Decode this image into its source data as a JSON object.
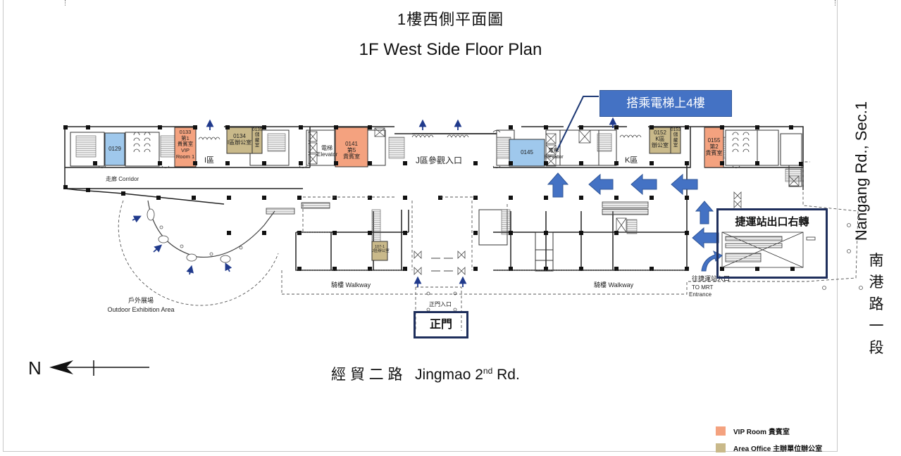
{
  "title": {
    "zh": "1樓西側平面圖",
    "en": "1F West Side Floor Plan"
  },
  "colors": {
    "vip": "#f4a27f",
    "area_office": "#c9b98a",
    "blue_room": "#9fc8ec",
    "arrow_blue": "#4472c4",
    "callout_bg": "#4472c4",
    "note_border": "#1f2f5c",
    "small_arrow": "#203a8c"
  },
  "rooms": [
    {
      "id": "0129",
      "label": "0129",
      "type": "blue_room"
    },
    {
      "id": "0133",
      "label": "0133\n第1\n貴賓室\nVIP\nRoom 1",
      "type": "vip"
    },
    {
      "id": "0134",
      "label": "0134\nI區辦公室",
      "type": "area_office"
    },
    {
      "id": "0135",
      "label": "0135\n儲\n藏\n室",
      "type": "area_office"
    },
    {
      "id": "0141",
      "label": "0141\n第5\n貴賓室",
      "type": "vip"
    },
    {
      "id": "0145",
      "label": "0145",
      "type": "blue_room"
    },
    {
      "id": "0152",
      "label": "0152\nK區\n辦公室",
      "type": "area_office"
    },
    {
      "id": "0153",
      "label": "0153\n儲\n藏\n室",
      "type": "area_office"
    },
    {
      "id": "0155",
      "label": "0155\n第2\n貴賓室",
      "type": "vip"
    },
    {
      "id": "107-1",
      "label": "107-1\nJ區辦公室",
      "type": "area_office"
    }
  ],
  "labels": {
    "zone_i": "I區",
    "zone_j_entrance": "J區參觀入口",
    "zone_k": "K區",
    "corridor": "走廊 Corridor",
    "elevator_1": "電梯\nElevator",
    "elevator_2": "電梯\nElevator",
    "walkway_1": "騎樓 Walkway",
    "walkway_2": "騎樓 Walkway",
    "outdoor_zh": "戶外展場",
    "outdoor_en": "Outdoor Exhibition Area",
    "main_entrance_small": "正門入口",
    "mrt_zh": "往捷運站入口",
    "mrt_en1": "TO MRT",
    "mrt_en2": "Entrance"
  },
  "callouts": {
    "elevator_to_4f": "搭乘電梯上4樓",
    "main_gate": "正門",
    "mrt_exit_turn_right": "捷運站出口右轉"
  },
  "streets": {
    "right_en": "Nangang Rd., Sec.1",
    "right_zh": [
      "南",
      "港",
      "路",
      "一",
      "段"
    ],
    "bottom_zh": "經 貿 二 路",
    "bottom_en": "Jingmao 2",
    "bottom_sup": "nd",
    "bottom_suffix": " Rd."
  },
  "compass": {
    "letter": "N",
    "direction": "left"
  },
  "legend": [
    {
      "label": "VIP Room 貴賓室",
      "type": "vip"
    },
    {
      "label": "Area Office 主辦單位辦公室",
      "type": "area_office"
    }
  ]
}
